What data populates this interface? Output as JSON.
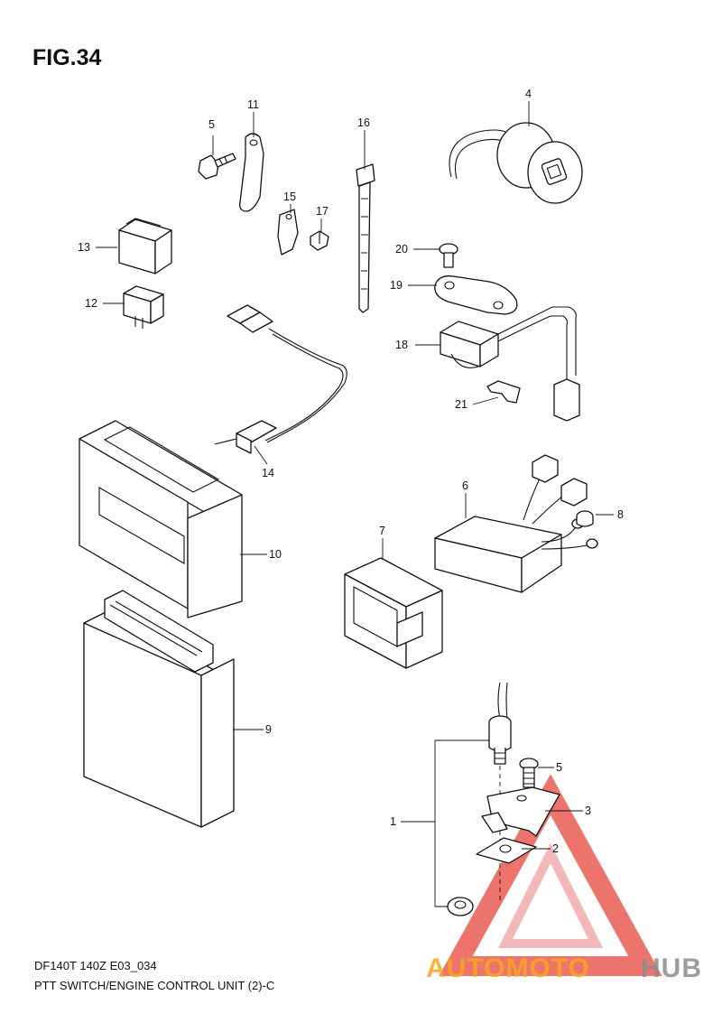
{
  "figure": {
    "title": "FIG.34",
    "caption_model": "DF140T 140Z E03_034",
    "caption_title": "PTT SWITCH/ENGINE CONTROL UNIT (2)-C"
  },
  "callouts": {
    "n1": "1",
    "n2": "2",
    "n3": "3",
    "n4": "4",
    "n5a": "5",
    "n5b": "5",
    "n6": "6",
    "n7": "7",
    "n8": "8",
    "n9": "9",
    "n10": "10",
    "n11": "11",
    "n12": "12",
    "n13": "13",
    "n14": "14",
    "n15": "15",
    "n16": "16",
    "n17": "17",
    "n18": "18",
    "n19": "19",
    "n20": "20",
    "n21": "21"
  },
  "watermark": {
    "part1": "AUTOMOTO",
    "part2": "HUB",
    "color_red": "#e8463c",
    "color_orange": "#f5a623",
    "color_gray": "#8c8c8c"
  }
}
